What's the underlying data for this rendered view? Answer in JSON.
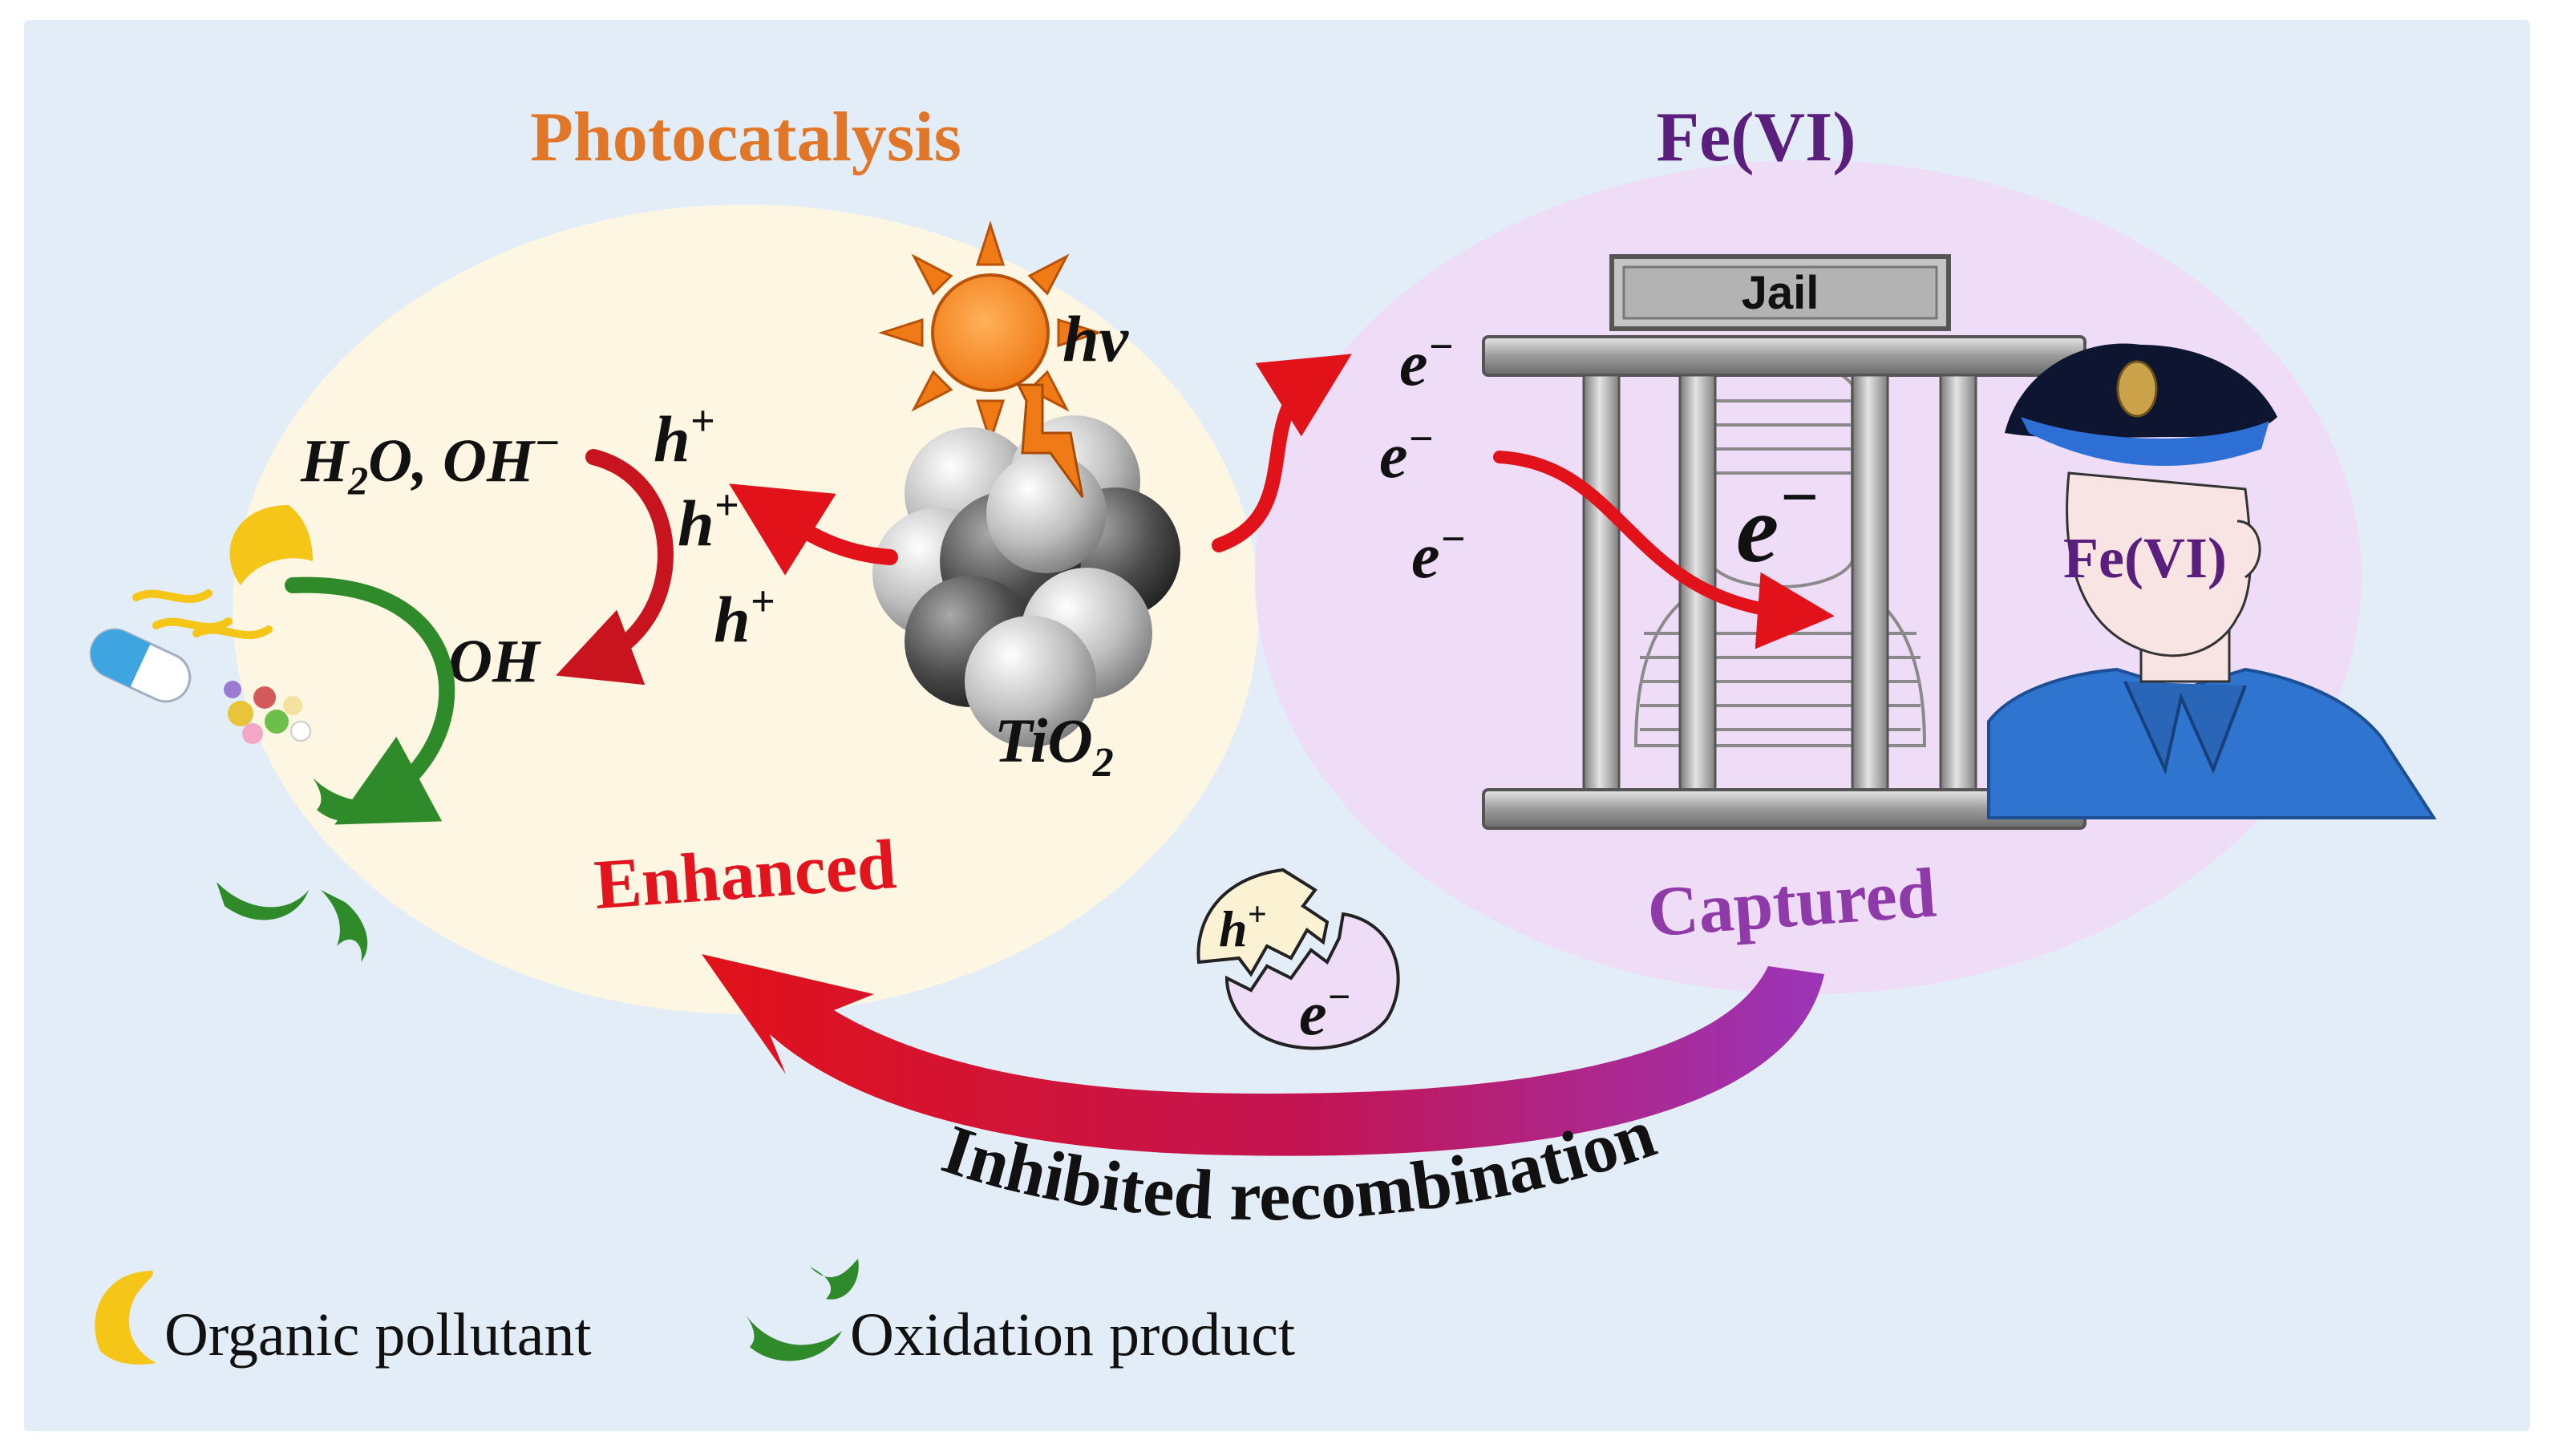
{
  "titles": {
    "left": "Photocatalysis",
    "right": "Fe(VI)"
  },
  "colors": {
    "background": "#e3edf8",
    "left_ellipse": "#fcf6e2",
    "right_ellipse": "#efdcf6",
    "title_left": "#e07628",
    "title_right": "#5a1e7c",
    "enhanced": "#e2141e",
    "captured": "#8e3aa8",
    "arrow_red": "#e11219",
    "arrow_purple": "#9b35b8",
    "pollutant": "#f5c518",
    "product": "#2f8a2a"
  },
  "labels": {
    "hv": "hv",
    "tio2": "TiO",
    "tio2_sub": "2",
    "h_plus": "h",
    "plus_sup": "+",
    "water": "H",
    "water_sub": "2",
    "water_rest": "O, OH",
    "minus_sup": "−",
    "oh_radical": "·OH",
    "e_minus": "e",
    "jail": "Jail",
    "officer_badge": "Fe(VI)",
    "enhanced": "Enhanced",
    "captured": "Captured",
    "inhibited": "Inhibited recombination"
  },
  "legend": {
    "pollutant": "Organic pollutant",
    "product": "Oxidation product"
  },
  "icons": [
    "sun-icon",
    "lightning-icon",
    "tio2-cluster-icon",
    "pill-capsule-icon",
    "pollutant-crescent-icon",
    "product-fragment-icon",
    "jail-icon",
    "police-officer-icon",
    "hole-electron-pair-icon"
  ]
}
